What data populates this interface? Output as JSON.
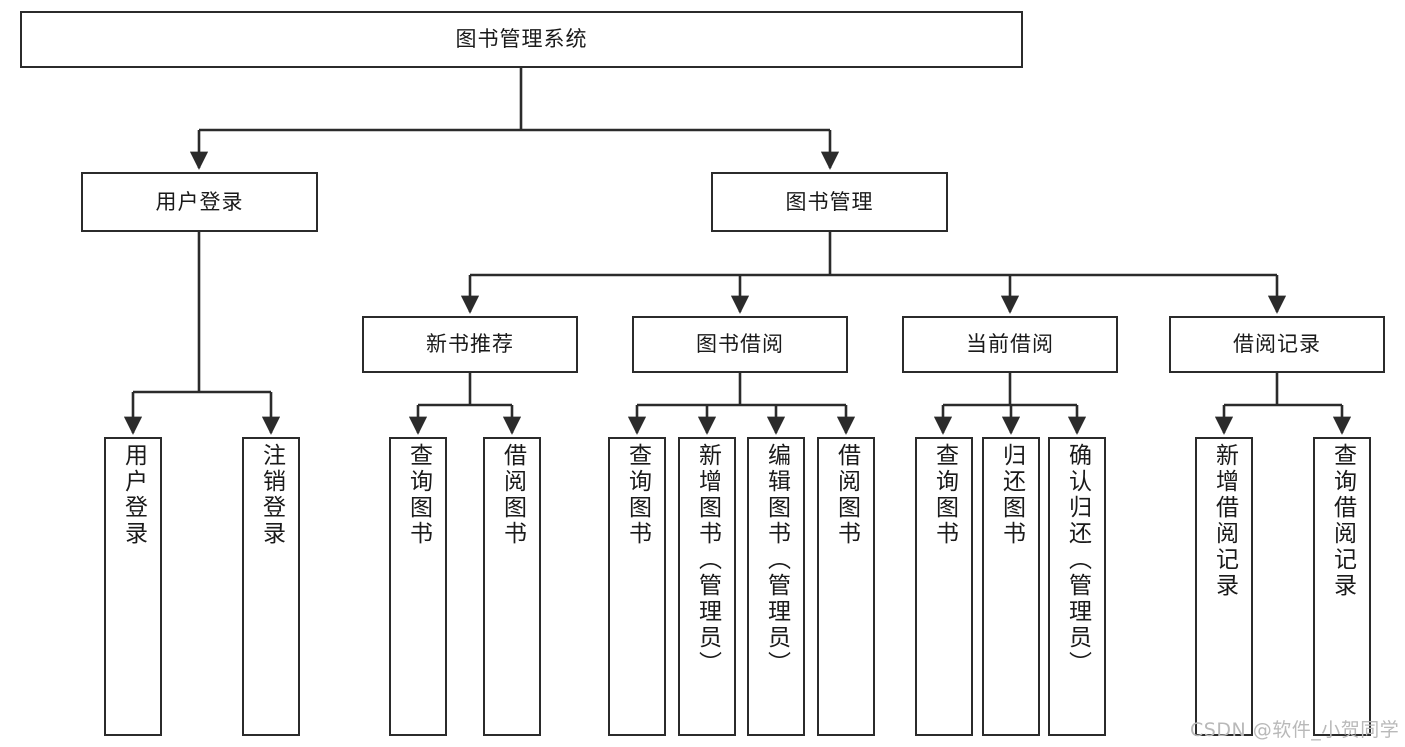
{
  "diagram": {
    "type": "tree",
    "title": "图书管理系统",
    "watermark": "CSDN @软件_小贺同学",
    "colors": {
      "box_border": "#2b2b2b",
      "box_fill": "#ffffff",
      "edge": "#2b2b2b",
      "text": "#1a1a1a",
      "watermark": "#b9b9b9",
      "background": "#ffffff"
    },
    "nodes": {
      "root": {
        "label": "图书管理系统",
        "level": 1,
        "orientation": "horizontal"
      },
      "user_login": {
        "label": "用户登录",
        "level": 2,
        "orientation": "horizontal"
      },
      "book_manage": {
        "label": "图书管理",
        "level": 2,
        "orientation": "horizontal"
      },
      "new_book_rec": {
        "label": "新书推荐",
        "level": 3,
        "orientation": "horizontal"
      },
      "book_borrow": {
        "label": "图书借阅",
        "level": 3,
        "orientation": "horizontal"
      },
      "current_borrow": {
        "label": "当前借阅",
        "level": 3,
        "orientation": "horizontal"
      },
      "borrow_record": {
        "label": "借阅记录",
        "level": 3,
        "orientation": "horizontal"
      },
      "leaf_user_login": {
        "label": "用户登录",
        "level": 4,
        "orientation": "vertical"
      },
      "leaf_logout": {
        "label": "注销登录",
        "level": 4,
        "orientation": "vertical"
      },
      "leaf_query_book_1": {
        "label": "查询图书",
        "level": 4,
        "orientation": "vertical"
      },
      "leaf_borrow_book_1": {
        "label": "借阅图书",
        "level": 4,
        "orientation": "vertical"
      },
      "leaf_query_book_2": {
        "label": "查询图书",
        "level": 4,
        "orientation": "vertical"
      },
      "leaf_add_book": {
        "label": "新增图书（管理员）",
        "level": 4,
        "orientation": "vertical"
      },
      "leaf_edit_book": {
        "label": "编辑图书（管理员）",
        "level": 4,
        "orientation": "vertical"
      },
      "leaf_borrow_book_2": {
        "label": "借阅图书",
        "level": 4,
        "orientation": "vertical"
      },
      "leaf_query_book_3": {
        "label": "查询图书",
        "level": 4,
        "orientation": "vertical"
      },
      "leaf_return_book": {
        "label": "归还图书",
        "level": 4,
        "orientation": "vertical"
      },
      "leaf_confirm_return": {
        "label": "确认归还（管理员）",
        "level": 4,
        "orientation": "vertical"
      },
      "leaf_add_record": {
        "label": "新增借阅记录",
        "level": 4,
        "orientation": "vertical"
      },
      "leaf_query_record": {
        "label": "查询借阅记录",
        "level": 4,
        "orientation": "vertical"
      }
    },
    "edges": [
      {
        "from": "root",
        "to": "user_login"
      },
      {
        "from": "root",
        "to": "book_manage"
      },
      {
        "from": "user_login",
        "to": "leaf_user_login"
      },
      {
        "from": "user_login",
        "to": "leaf_logout"
      },
      {
        "from": "book_manage",
        "to": "new_book_rec"
      },
      {
        "from": "book_manage",
        "to": "book_borrow"
      },
      {
        "from": "book_manage",
        "to": "current_borrow"
      },
      {
        "from": "book_manage",
        "to": "borrow_record"
      },
      {
        "from": "new_book_rec",
        "to": "leaf_query_book_1"
      },
      {
        "from": "new_book_rec",
        "to": "leaf_borrow_book_1"
      },
      {
        "from": "book_borrow",
        "to": "leaf_query_book_2"
      },
      {
        "from": "book_borrow",
        "to": "leaf_add_book"
      },
      {
        "from": "book_borrow",
        "to": "leaf_edit_book"
      },
      {
        "from": "book_borrow",
        "to": "leaf_borrow_book_2"
      },
      {
        "from": "current_borrow",
        "to": "leaf_query_book_3"
      },
      {
        "from": "current_borrow",
        "to": "leaf_return_book"
      },
      {
        "from": "current_borrow",
        "to": "leaf_confirm_return"
      },
      {
        "from": "borrow_record",
        "to": "leaf_add_record"
      },
      {
        "from": "borrow_record",
        "to": "leaf_query_record"
      }
    ]
  }
}
